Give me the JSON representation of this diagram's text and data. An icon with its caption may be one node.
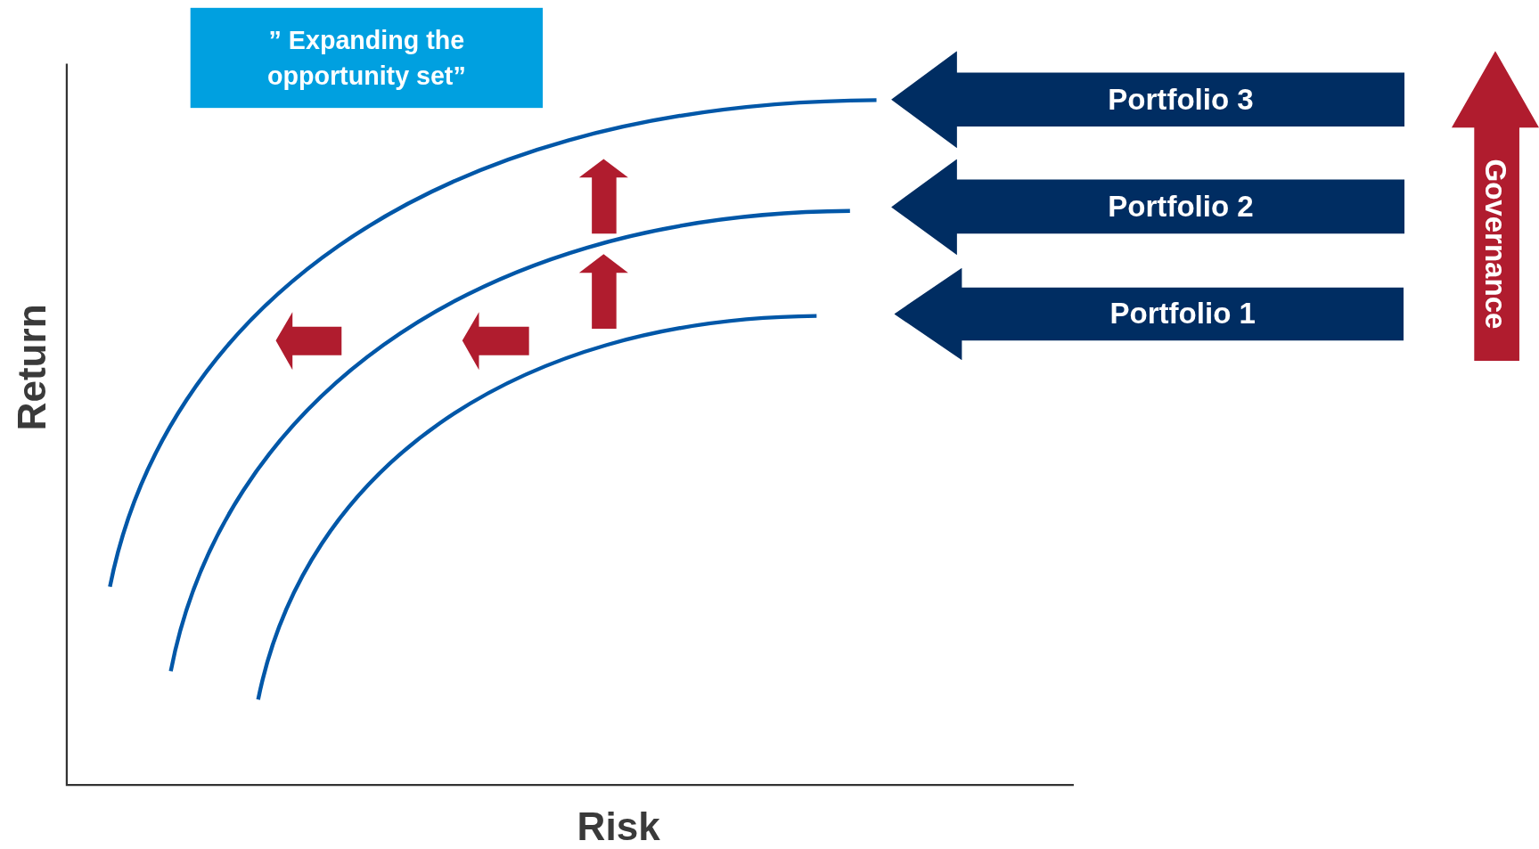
{
  "diagram": {
    "nodes": [
      {
        "text": [
          "” Expanding the opportunity set”"
        ]
      },
      {
        "text": [
          "Portfolio 3"
        ]
      },
      {
        "text": [
          "Portfolio 2"
        ]
      },
      {
        "text": [
          "Portfolio 1"
        ]
      },
      {
        "text": [
          "Governance"
        ]
      }
    ],
    "labels": [
      "Return",
      "Risk"
    ]
  }
}
